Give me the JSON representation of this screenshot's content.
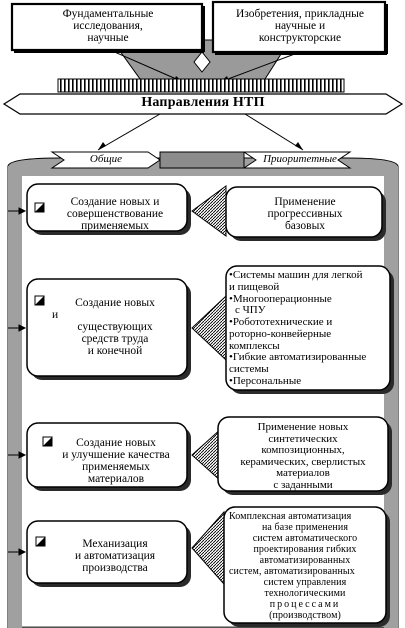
{
  "top_left": [
    "Фундаментальные",
    "исследования,",
    "научные"
  ],
  "top_right": [
    "Изобретения, прикладные",
    "научные и",
    "конструкторские"
  ],
  "title": "Направления НТП",
  "tab_general": "Общие",
  "tab_priority": "Приоритетные",
  "left_boxes": [
    {
      "lines": [
        "Создание новых и",
        "совершенствование",
        "применяемых"
      ]
    },
    {
      "lines": [
        "Создание новых",
        "и",
        "существующих",
        "средств труда",
        "и конечной"
      ]
    },
    {
      "lines": [
        "Создание новых",
        "и улучшение качества",
        "применяемых",
        "материалов"
      ]
    },
    {
      "lines": [
        "Механизация",
        "и автоматизация",
        "производства"
      ]
    }
  ],
  "right_box1": [
    "Применение",
    "прогрессивных",
    "базовых"
  ],
  "right_box2": [
    "•Системы машин для легкой",
    "и пищевой",
    "•Многооперационные",
    "с ЧПУ",
    "•Робототехнические и",
    "роторно-конвейерные",
    "комплексы",
    "•Гибкие автоматизированные",
    "системы",
    "•Персональные"
  ],
  "right_box3": [
    "Применение новых",
    "синтетических",
    "композиционных,",
    "керамических, сверлистых",
    "материалов",
    "с заданными"
  ],
  "right_box4": [
    "Комплексная автоматизация",
    "на базе применения",
    "систем автоматического",
    "проектирования гибких",
    "автоматизированных",
    "систем, автоматизированных",
    "систем управления",
    "технологическими",
    "процессами",
    "(производством)"
  ]
}
